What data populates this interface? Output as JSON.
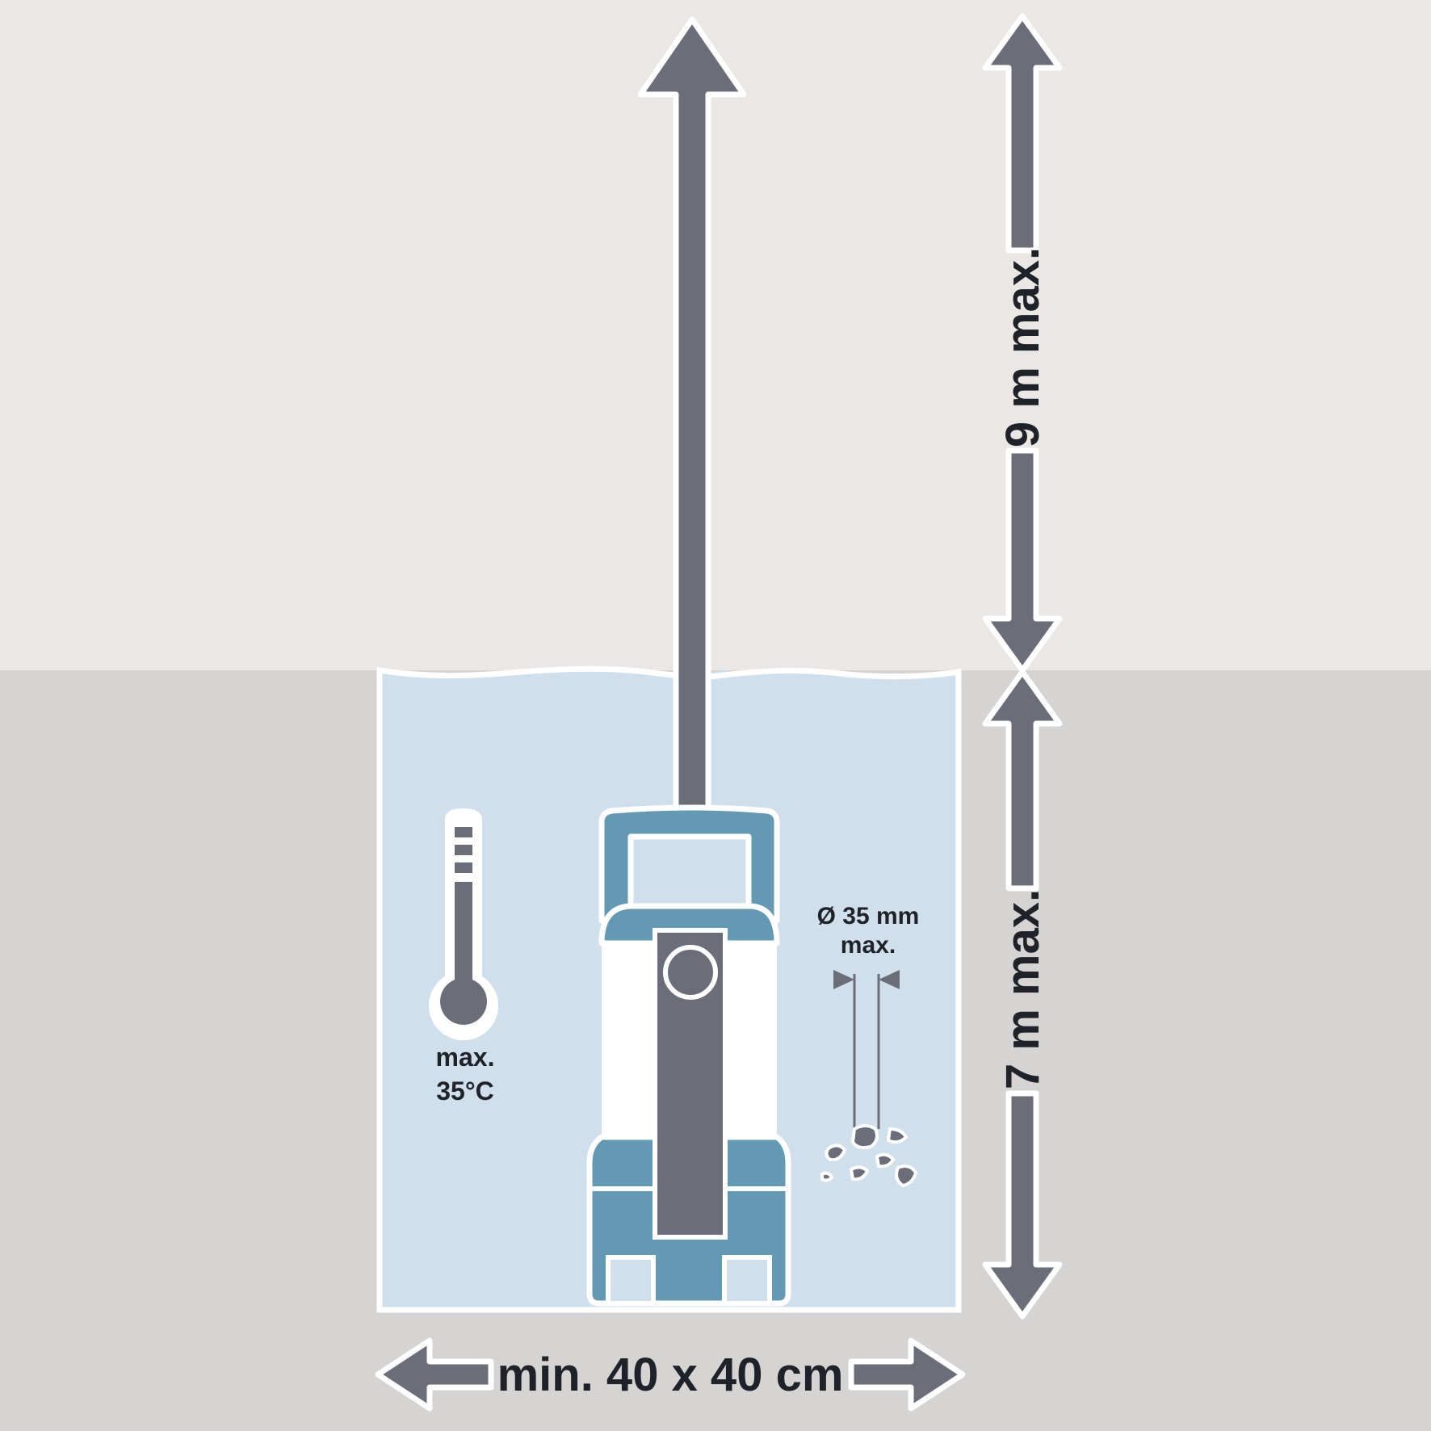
{
  "labels": {
    "height_above": "9 m max.",
    "depth_below": "7 m max.",
    "temp_line1": "max.",
    "temp_line2": "35°C",
    "particle_line1": "Ø 35 mm",
    "particle_line2": "max.",
    "pit_size": "min. 40 x 40 cm"
  },
  "icons": {
    "discharge": "up-arrow-icon",
    "thermometer": "thermometer-icon",
    "particles": "stones-icon",
    "pump": "submersible-pump-icon"
  },
  "colors": {
    "sky": "#eae7e4",
    "ground": "#d6d3d3",
    "water": "#cfe0ec",
    "water_border": "#ffffff",
    "arrow": "#6b6e78",
    "pump_blue": "#6499b4",
    "pump_white": "#ffffff",
    "text": "#1f2228"
  }
}
